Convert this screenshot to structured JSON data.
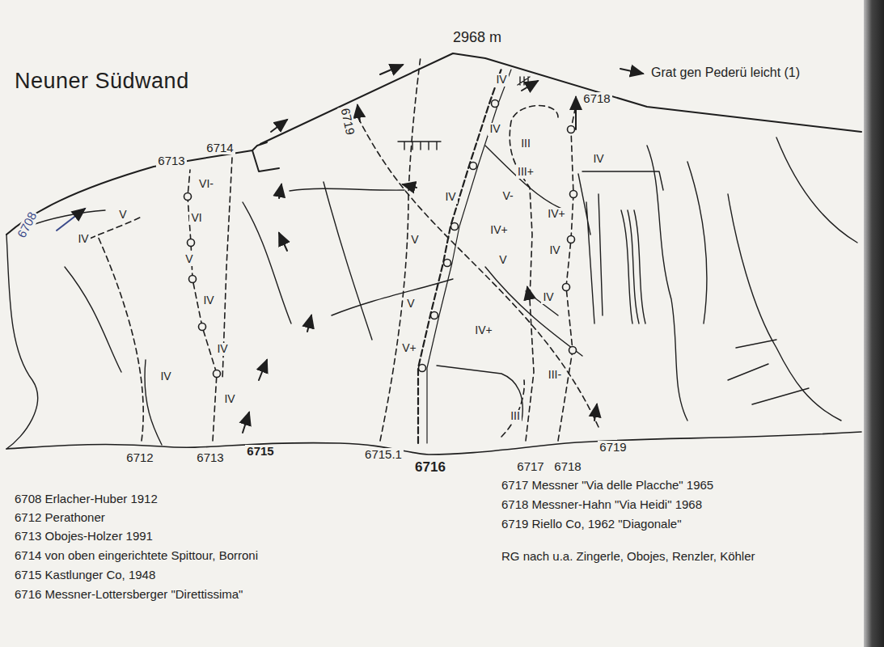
{
  "diagram": {
    "title": "Neuner Südwand",
    "labels": [
      "2968 m",
      "Grat gen Pederü leicht (1)",
      "6713",
      "6714",
      "6708",
      "6719",
      "6718",
      "VI-",
      "VI",
      "V",
      "IV",
      "IV",
      "IV",
      "V",
      "IV",
      "IV",
      "IV",
      "IV",
      "III",
      "III+",
      "IV",
      "V-",
      "IV",
      "IV+",
      "IV+",
      "IV",
      "V",
      "V",
      "IV",
      "V",
      "IV+",
      "V+",
      "III-",
      "III",
      "6712",
      "6713",
      "6715",
      "6715.1",
      "6716",
      "6717",
      "6718",
      "6719",
      "6708 Erlacher-Huber 1912",
      "6712 Perathoner",
      "6713 Obojes-Holzer 1991",
      "6714 von oben eingerichtete Spittour, Borroni",
      "6715 Kastlunger Co, 1948",
      "6716 Messner-Lottersberger \"Direttissima\"",
      "6717 Messner \"Via delle Placche\" 1965",
      "6718 Messner-Hahn \"Via Heidi\" 1968",
      "6719 Riello Co, 1962 \"Diagonale\"",
      "RG nach u.a. Zingerle, Obojes, Renzler, Köhler"
    ]
  }
}
